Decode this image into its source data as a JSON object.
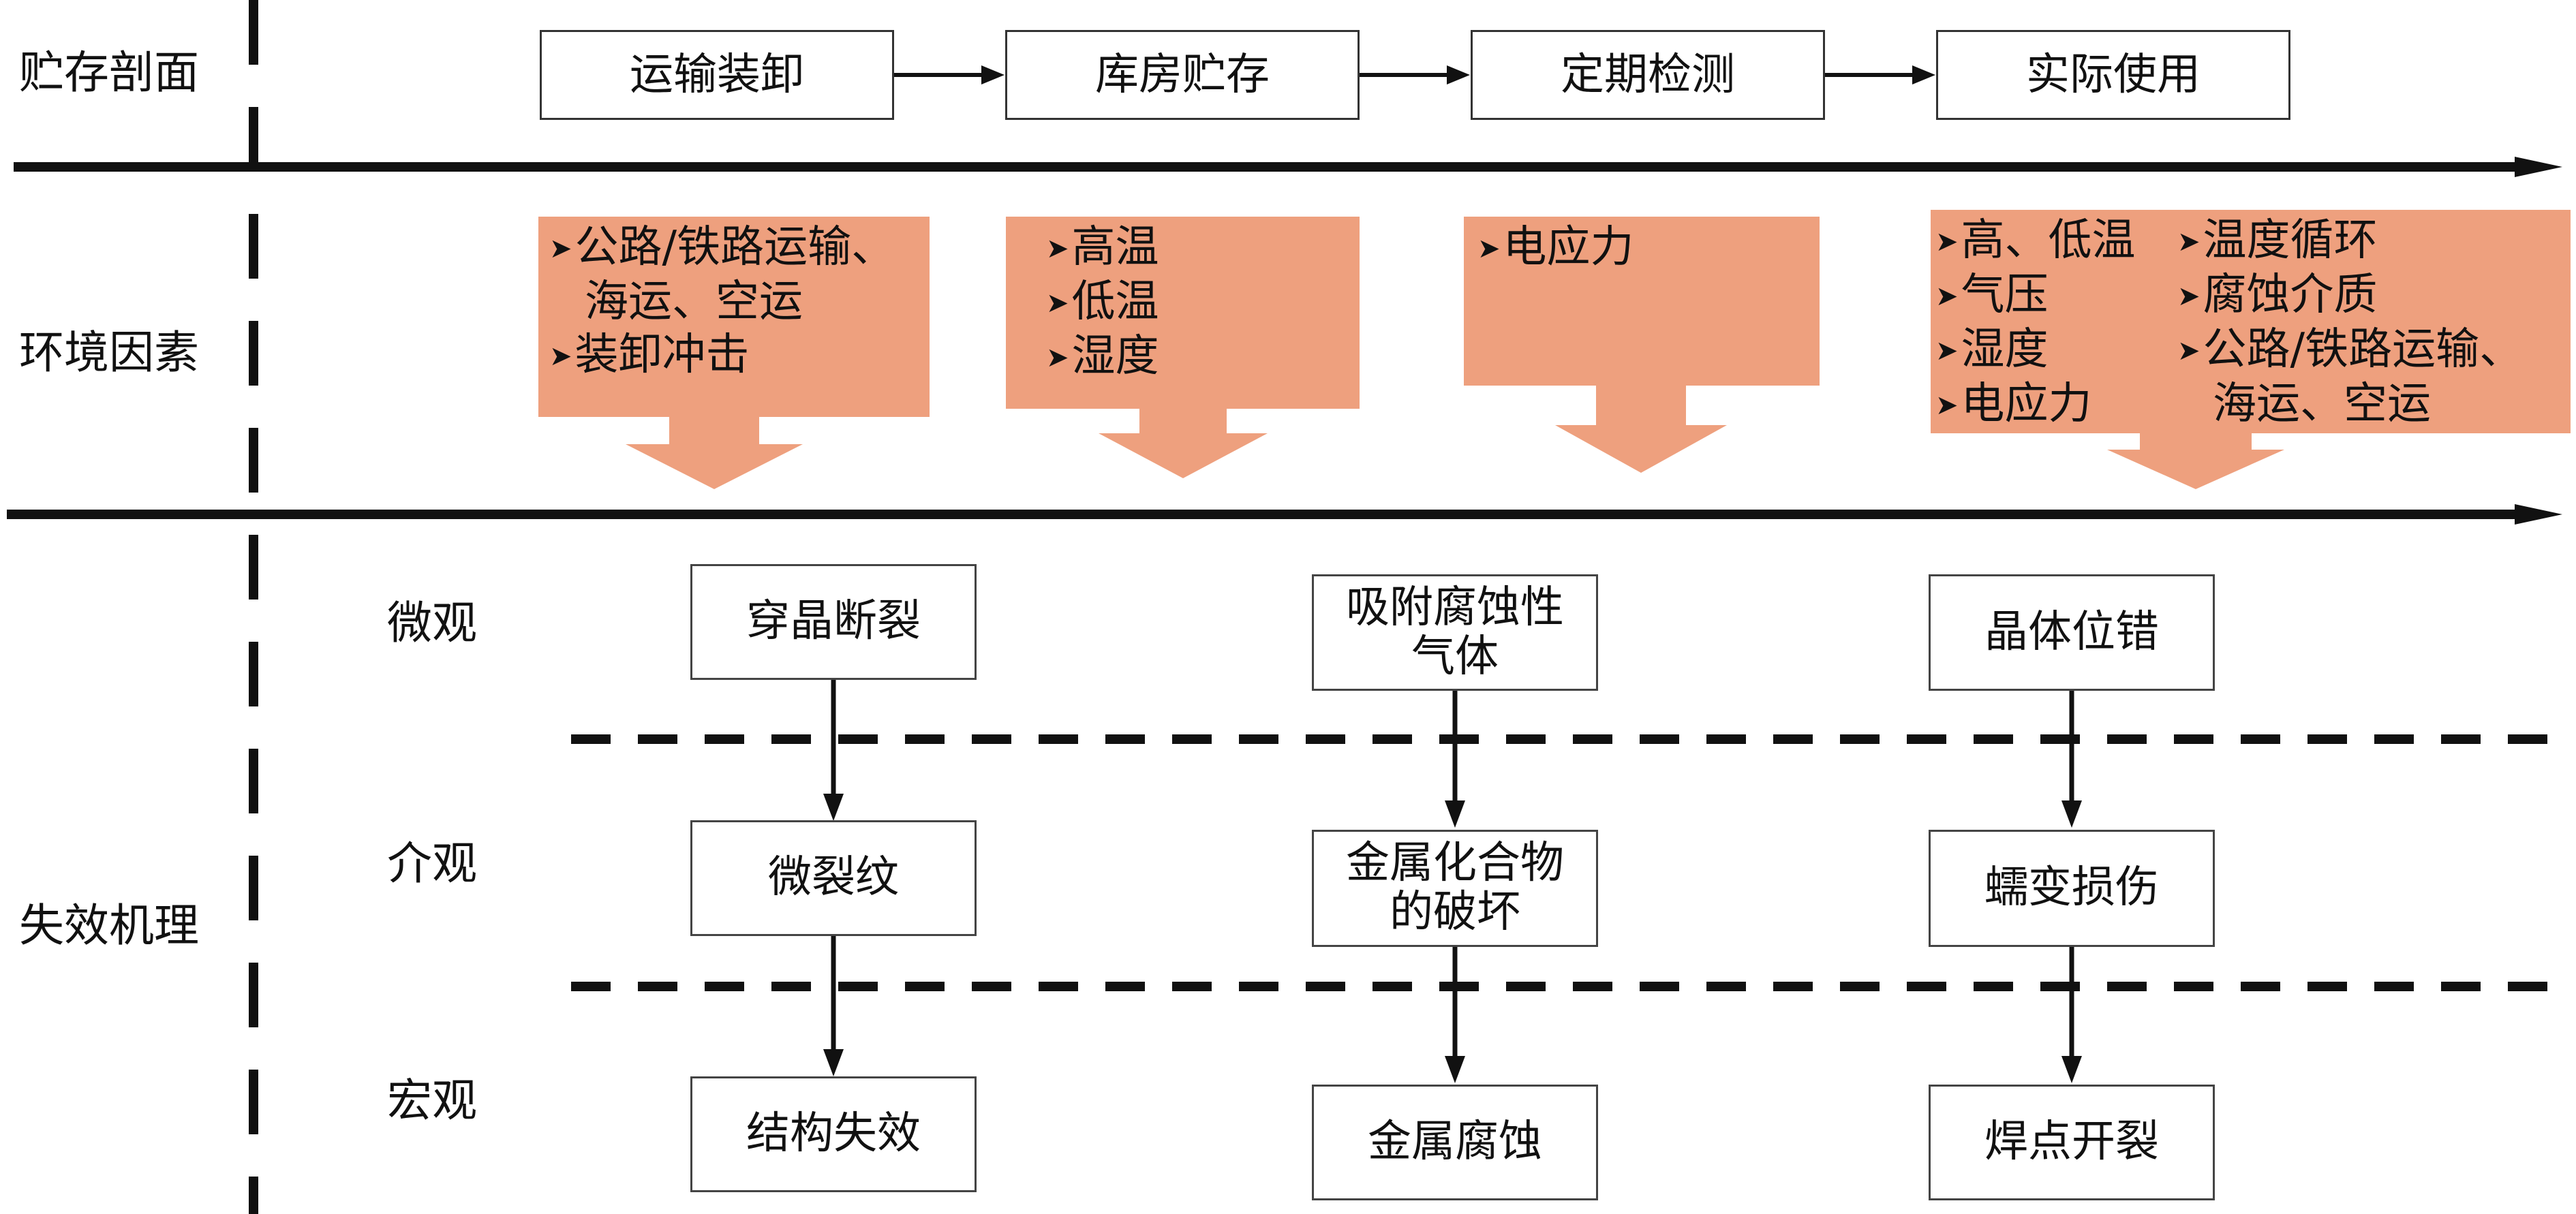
{
  "rows": {
    "storage_profile": "贮存剖面",
    "env_factors": "环境因素",
    "failure_mechanism": "失效机理"
  },
  "levels": {
    "micro": "微观",
    "meso": "介观",
    "macro": "宏观"
  },
  "stages": [
    "运输装卸",
    "库房贮存",
    "定期检测",
    "实际使用"
  ],
  "env": {
    "bullet_icon": "arrowhead-bullet-icon",
    "fill_color": "#EEA07E",
    "transport": [
      {
        "b": true,
        "t": "公路/铁路运输、"
      },
      {
        "b": false,
        "t": "海运、空运"
      },
      {
        "b": true,
        "t": "装卸冲击"
      }
    ],
    "warehouse": [
      {
        "b": true,
        "t": "高温"
      },
      {
        "b": true,
        "t": "低温"
      },
      {
        "b": true,
        "t": "湿度"
      }
    ],
    "inspection": [
      {
        "b": true,
        "t": "电应力"
      }
    ],
    "usage_left": [
      {
        "b": true,
        "t": "高、低温"
      },
      {
        "b": true,
        "t": "气压"
      },
      {
        "b": true,
        "t": "湿度"
      },
      {
        "b": true,
        "t": "电应力"
      }
    ],
    "usage_right": [
      {
        "b": true,
        "t": "温度循环"
      },
      {
        "b": true,
        "t": "腐蚀介质"
      },
      {
        "b": true,
        "t": "公路/铁路运输、"
      },
      {
        "b": false,
        "t": "海运、空运"
      }
    ]
  },
  "mechanisms": {
    "col1": [
      "穿晶断裂",
      "微裂纹",
      "结构失效"
    ],
    "col2": [
      "吸附腐蚀性\n气体",
      "金属化合物\n的破坏",
      "金属腐蚀"
    ],
    "col3": [
      "晶体位错",
      "蠕变损伤",
      "焊点开裂"
    ]
  }
}
